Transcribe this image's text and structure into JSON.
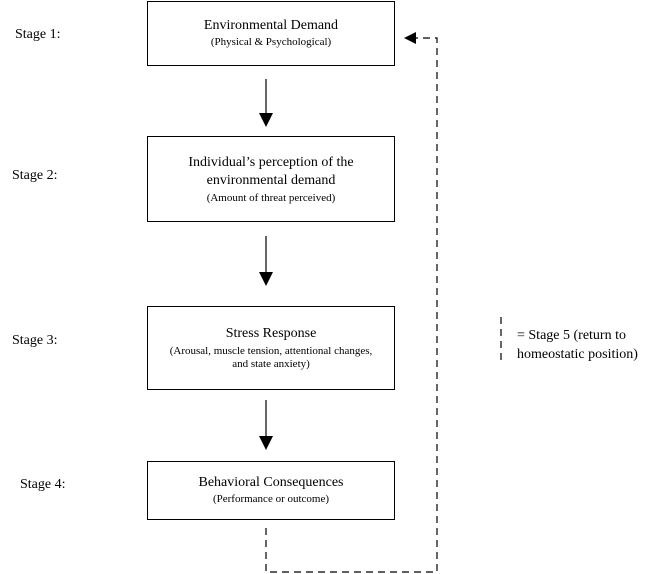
{
  "stages": [
    {
      "label": "Stage 1:",
      "title": "Environmental Demand",
      "subtitle": "(Physical & Psychological)"
    },
    {
      "label": "Stage 2:",
      "title": "Individual’s perception of the environmental demand",
      "subtitle": "(Amount of threat perceived)"
    },
    {
      "label": "Stage 3:",
      "title": "Stress Response",
      "subtitle": "(Arousal, muscle tension, attentional changes, and state anxiety)"
    },
    {
      "label": "Stage 4:",
      "title": "Behavioral Consequences",
      "subtitle": "(Performance or outcome)"
    }
  ],
  "legend": {
    "text": "= Stage 5 (return to homeostatic position)"
  },
  "colors": {
    "line": "#000000",
    "background": "#ffffff"
  }
}
